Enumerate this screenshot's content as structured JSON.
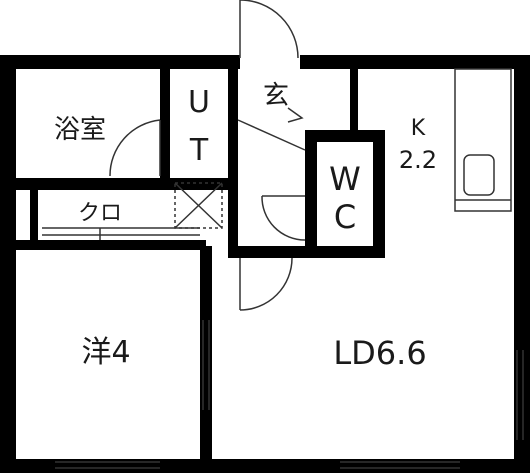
{
  "rooms": {
    "bath": "浴室",
    "ut_u": "U",
    "ut_t": "T",
    "entrance": "玄",
    "wc_w": "W",
    "wc_c": "C",
    "kitchen_k": "K",
    "kitchen_size": "2.2",
    "closet": "クロ",
    "western": "洋4",
    "ld": "LD6.6"
  },
  "colors": {
    "wall": "#000000",
    "line": "#333333",
    "background": "#ffffff"
  }
}
